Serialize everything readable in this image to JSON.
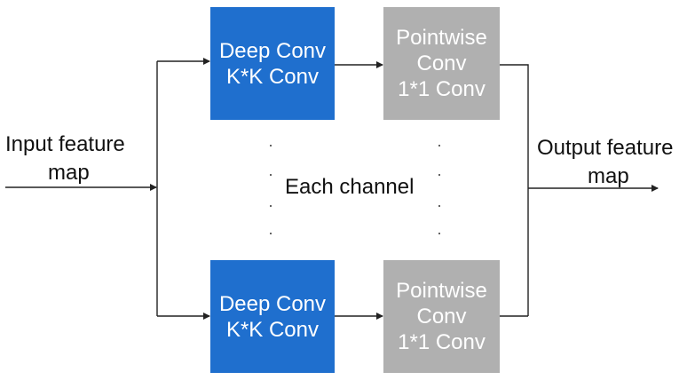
{
  "colors": {
    "deep_conv_fill": "#1f6fce",
    "pointwise_fill": "#b0b0b0",
    "lines": "#222222"
  },
  "input": {
    "line1": "Input feature",
    "line2": "map"
  },
  "output": {
    "line1": "Output feature",
    "line2": "map"
  },
  "middle_label": "Each channel",
  "top_branch": {
    "deep_conv": {
      "line1": "Deep Conv",
      "line2": "K*K Conv"
    },
    "pointwise": {
      "line1": "Pointwise",
      "line2": "Conv",
      "line3": "1*1 Conv"
    }
  },
  "bottom_branch": {
    "deep_conv": {
      "line1": "Deep Conv",
      "line2": "K*K Conv"
    },
    "pointwise": {
      "line1": "Pointwise",
      "line2": "Conv",
      "line3": "1*1 Conv"
    }
  }
}
